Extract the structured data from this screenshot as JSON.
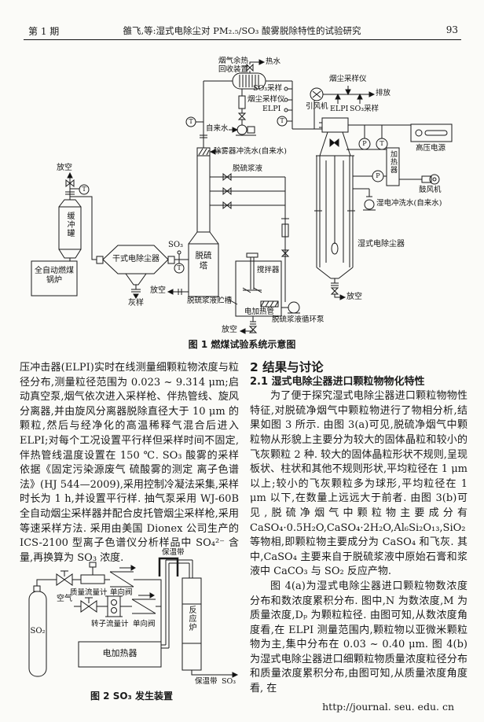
{
  "header": {
    "issue": "第 1 期",
    "title": "雒飞,等:湿式电除尘对 PM₂.₅/SO₃ 酸雾脱除特性的试验研究",
    "page_number": "93"
  },
  "figure1": {
    "caption": "图 1  燃煤试验系统示意图",
    "labels": {
      "vent": "放空",
      "buffer_tank": "缓冲罐",
      "boiler": "全自动燃煤\n锅炉",
      "dry_esp": "干式电除尘器",
      "ash_sample": "灰样",
      "so3": "SO₃",
      "desulf_tower": "脱硫\n塔",
      "demister_wash": "除雾器冲洗水(自来水)",
      "slurry": "脱硫浆液",
      "stirrer": "搅拌器",
      "slurry_tank": "脱硫浆液贮槽",
      "heating_tube": "电加热管",
      "circulation_pump": "脱硫浆液循环泵",
      "heat_recovery": "烟气余热\n回收装置",
      "hot_water": "热水",
      "tap_water": "自来水",
      "so3_sampling": "SO₃采样",
      "dust_sampler": "烟尘采样仪",
      "elpi": "ELPI",
      "id_fan": "引风机",
      "discharge": "排放",
      "hv_supply": "高压电源",
      "heater": "加热器",
      "blower": "鼓风机",
      "wesp_wash": "湿电冲洗水(自来水)",
      "wesp": "湿式电除尘器",
      "gauge_t": "T",
      "gauge_p": "P"
    }
  },
  "figure2": {
    "caption": "图 2  SO₃ 发生装置",
    "labels": {
      "insulation_band": "保温带",
      "mass_flowmeter": "质量流量计",
      "check_valve": "单向阀",
      "air": "空气",
      "rotameter": "转子流量计",
      "so2": "SO₂",
      "electric_heater": "电加热器",
      "reactor": "反应炉",
      "so3_out": "SO₃"
    }
  },
  "left_column": {
    "paragraph": "压冲击器(ELPI)实时在线测量细颗粒物浓度与粒径分布,测量粒径范围为 0.023 ~ 9.314 μm;启动真空泵,烟气依次进入采样枪、伴热管线、旋风分离器,并由旋风分离器脱除直径大于 10 μm 的颗粒,然后与经净化的高温稀释气混合后进入 ELPI;对每个工况设置平行样但采样时间不固定,伴热管线温度设置在 150 ℃. SO₃ 酸雾的采样依据《固定污染源废气 硫酸雾的测定 离子色谱法》(HJ 544—2009),采用控制冷凝法采集,采样时长为 1 h,并设置平行样. 抽气泵采用 WJ-60B 全自动烟尘采样器并配合皮托管烟尘采样枪,采用等速采样方法. 采用由美国 Dionex 公司生产的 ICS-2100 型离子色谱仪分析样品中 SO₄²⁻ 含量,再换算为 SO₃ 浓度."
  },
  "right_column": {
    "section_heading": "2  结果与讨论",
    "subsection_heading": "2.1  湿式电除尘器进口颗粒物物化特性",
    "paragraph1": "为了便于探究湿式电除尘器进口颗粒物物性特征,对脱硫净烟气中颗粒物进行了物相分析,结果如图 3 所示. 由图 3(a)可见,脱硫净烟气中颗粒物从形貌上主要分为较大的固体晶粒和较小的飞灰颗粒 2 种. 较大的固体晶粒形状不规则,呈现板状、柱状和其他不规则形状,平均粒径在 1 μm 以上;较小的飞灰颗粒多为球形,平均粒径在 1 μm 以下,在数量上远远大于前者. 由图 3(b)可见,脱硫净烟气中颗粒物主要成分有 CaSO₄·0.5H₂O,CaSO₄·2H₂O,Al₆Si₂O₁₃,SiO₂ 等物相,即颗粒物主要成分为 CaSO₄ 和飞灰. 其中,CaSO₄ 主要来自于脱硫浆液中原始石膏和浆液中 CaCO₃ 与 SO₂ 反应产物.",
    "paragraph2": "图 4(a)为湿式电除尘器进口颗粒物数浓度分布和数浓度累积分布. 图中,N 为数浓度,M 为质量浓度,Dₚ 为颗粒粒径. 由图可知,从数浓度角度看,在 ELPI 测量范围内,颗粒物以亚微米颗粒物为主,集中分布在 0.03 ~ 0.40 μm. 图 4(b)为湿式电除尘器进口细颗粒物质量浓度粒径分布和质量浓度累积分布,由图可知,从质量浓度角度看, 在"
  },
  "footer": {
    "url": "http://journal. seu. edu. cn"
  }
}
